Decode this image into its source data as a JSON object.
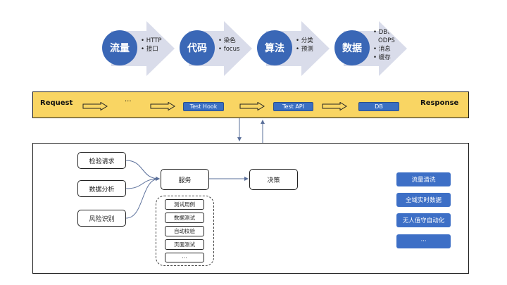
{
  "stages": [
    {
      "title": "流量",
      "bullets": [
        "HTTP",
        "接口"
      ]
    },
    {
      "title": "代码",
      "bullets": [
        "染色",
        "focus"
      ]
    },
    {
      "title": "算法",
      "bullets": [
        "分类",
        "预测"
      ]
    },
    {
      "title": "数据",
      "bullets": [
        "DB、",
        "ODPS",
        "消息",
        "缓存"
      ]
    }
  ],
  "pipeline": {
    "request_label": "Request",
    "ellipsis": "···",
    "test_hook": "Test Hook",
    "test_api": "Test API",
    "db": "DB",
    "response_label": "Response"
  },
  "lower": {
    "inputs": [
      "检验请求",
      "数据分析",
      "风险识别"
    ],
    "service": "服务",
    "decision": "决策",
    "tests": [
      "测试用例",
      "数据测试",
      "自动校验",
      "页面测试",
      "···"
    ],
    "capabilities": [
      "流量清洗",
      "全域实时数据",
      "无人值守自动化",
      "···"
    ]
  },
  "colors": {
    "accent_blue": "#3a67b6",
    "band_yellow": "#f9d563",
    "chevron_gray": "#d9dcea"
  }
}
